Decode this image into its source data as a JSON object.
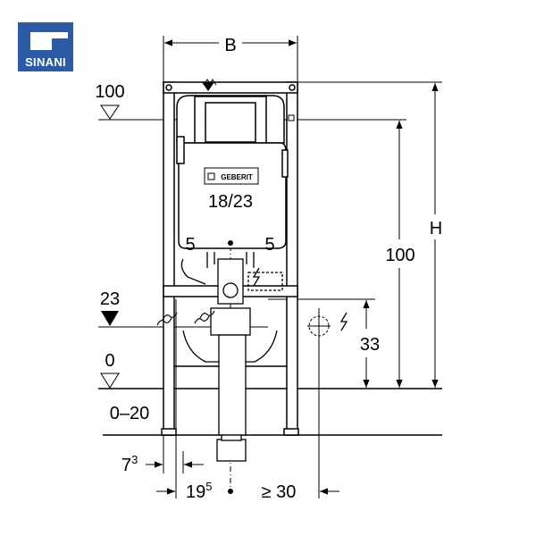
{
  "logo": {
    "text": "SINANI",
    "color": "#2d5aa5"
  },
  "brand_plate": "GEBERIT",
  "dimensions": {
    "width": "B",
    "height": "H",
    "height_100": "100",
    "height_33": "33",
    "spacing": "18/23",
    "offset_left": "5",
    "offset_right": "5",
    "bottom_7": "7",
    "bottom_7_sup": "3",
    "bottom_19": "19",
    "bottom_19_sup": "5",
    "min_clearance": "≥ 30"
  },
  "levels": {
    "top": "100",
    "connection": "23",
    "floor": "0",
    "floor_range": "0–20"
  }
}
